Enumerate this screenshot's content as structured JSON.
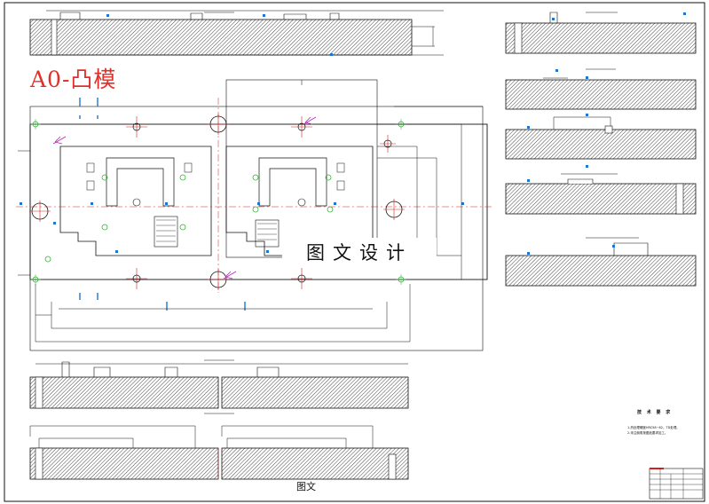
{
  "drawing": {
    "title": "A0-凸模",
    "watermark": "图文设计",
    "watermark_small": "图文",
    "notes": {
      "heading": "技 术 要 求",
      "lines": [
        "1.热处理硬度HRC58~62，TD处理。",
        "2.未注倒角按图纸要求加工。"
      ]
    }
  },
  "colors": {
    "line": "#111111",
    "title_red": "#e0302a",
    "center_red": "#d42020",
    "marker_green": "#2fb52f",
    "marker_blue": "#2276c9",
    "arrow_magenta": "#c020c0",
    "titleblock_red": "#d42020"
  }
}
